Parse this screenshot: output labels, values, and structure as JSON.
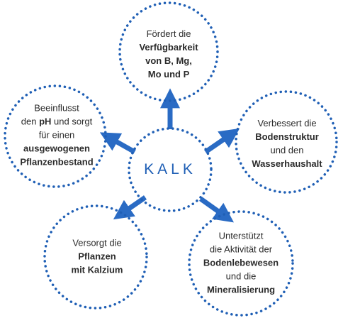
{
  "center": {
    "text": "KALK"
  },
  "nodes": {
    "top": {
      "lines": [
        [
          {
            "t": "Fördert die",
            "b": false
          }
        ],
        [
          {
            "t": "Verfügbarkeit",
            "b": true
          }
        ],
        [
          {
            "t": "von B, Mg,",
            "b": true
          }
        ],
        [
          {
            "t": "Mo und P",
            "b": true
          }
        ]
      ]
    },
    "right": {
      "lines": [
        [
          {
            "t": "Verbessert die",
            "b": false
          }
        ],
        [
          {
            "t": "Bodenstruktur",
            "b": true
          }
        ],
        [
          {
            "t": "und den",
            "b": false
          }
        ],
        [
          {
            "t": "Wasserhaushalt",
            "b": true
          }
        ]
      ]
    },
    "left": {
      "lines": [
        [
          {
            "t": "Beeinflusst",
            "b": false
          }
        ],
        [
          {
            "t": "den ",
            "b": false
          },
          {
            "t": "pH",
            "b": true
          },
          {
            "t": " und sorgt",
            "b": false
          }
        ],
        [
          {
            "t": "für einen",
            "b": false
          }
        ],
        [
          {
            "t": "ausgewogenen",
            "b": true
          }
        ],
        [
          {
            "t": "Pflanzenbestand",
            "b": true
          }
        ]
      ]
    },
    "bottom_left": {
      "lines": [
        [
          {
            "t": "Versorgt die",
            "b": false
          }
        ],
        [
          {
            "t": "Pflanzen",
            "b": true
          }
        ],
        [
          {
            "t": "mit Kalzium",
            "b": true
          }
        ]
      ]
    },
    "bottom_right": {
      "lines": [
        [
          {
            "t": "Unterstützt",
            "b": false
          }
        ],
        [
          {
            "t": "die Aktivität der",
            "b": false
          }
        ],
        [
          {
            "t": "Bodenlebewesen",
            "b": true
          }
        ],
        [
          {
            "t": "und die",
            "b": false
          }
        ],
        [
          {
            "t": "Mineralisierung",
            "b": true
          }
        ]
      ]
    }
  },
  "colors": {
    "dots": "#1f5fb5",
    "arrow": "#2a6bc4",
    "text": "#2b2b2b"
  }
}
